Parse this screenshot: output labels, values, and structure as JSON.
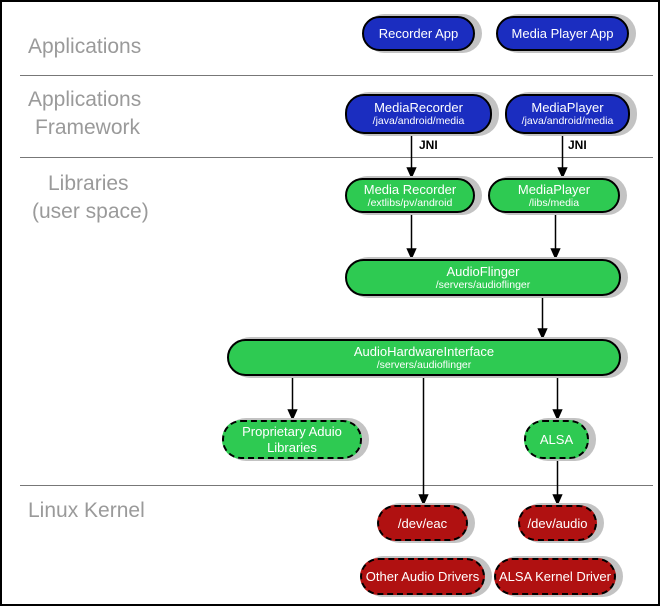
{
  "colors": {
    "app_blue": "#1b2dc0",
    "lib_green": "#2eca52",
    "kernel_red": "#b01111",
    "label_gray": "#9a9a9a",
    "shadow_gray": "#c3c3c3",
    "divider_gray": "#777777",
    "edge_black": "#000000"
  },
  "layer_labels": {
    "applications": "Applications",
    "framework_line1": "Applications",
    "framework_line2": "Framework",
    "libraries_line1": "Libraries",
    "libraries_line2": "(user space)",
    "kernel": "Linux Kernel"
  },
  "edge_labels": {
    "jni": "JNI"
  },
  "nodes": {
    "recorder_app": {
      "title": "Recorder App"
    },
    "media_player_app": {
      "title": "Media Player App"
    },
    "media_recorder_fw": {
      "title": "MediaRecorder",
      "subtitle": "/java/android/media"
    },
    "media_player_fw": {
      "title": "MediaPlayer",
      "subtitle": "/java/android/media"
    },
    "media_recorder_lib": {
      "title": "Media Recorder",
      "subtitle": "/extlibs/pv/android"
    },
    "media_player_lib": {
      "title": "MediaPlayer",
      "subtitle": "/libs/media"
    },
    "audio_flinger": {
      "title": "AudioFlinger",
      "subtitle": "/servers/audioflinger"
    },
    "audio_hardware_interface": {
      "title": "AudioHardwareInterface",
      "subtitle": "/servers/audioflinger"
    },
    "proprietary_audio_libraries": {
      "title": "Proprietary Aduio Libraries"
    },
    "alsa": {
      "title": "ALSA"
    },
    "dev_eac": {
      "title": "/dev/eac"
    },
    "dev_audio": {
      "title": "/dev/audio"
    },
    "other_audio_drivers": {
      "title": "Other Audio Drivers"
    },
    "alsa_kernel_driver": {
      "title": "ALSA Kernel Driver"
    }
  }
}
